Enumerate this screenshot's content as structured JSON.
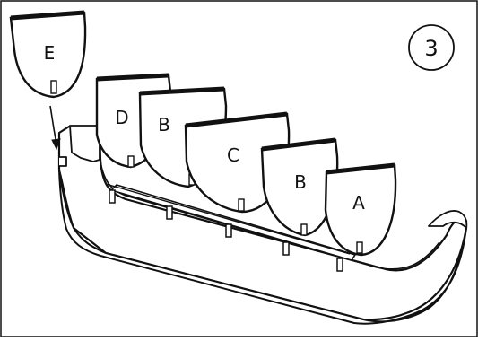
{
  "figure": {
    "step_number": "3",
    "part_labels": {
      "a": "A",
      "b_front": "B",
      "c": "C",
      "b_back": "B",
      "d": "D",
      "e": "E"
    }
  },
  "colors": {
    "ink": "#111111",
    "paper": "#ffffff"
  }
}
